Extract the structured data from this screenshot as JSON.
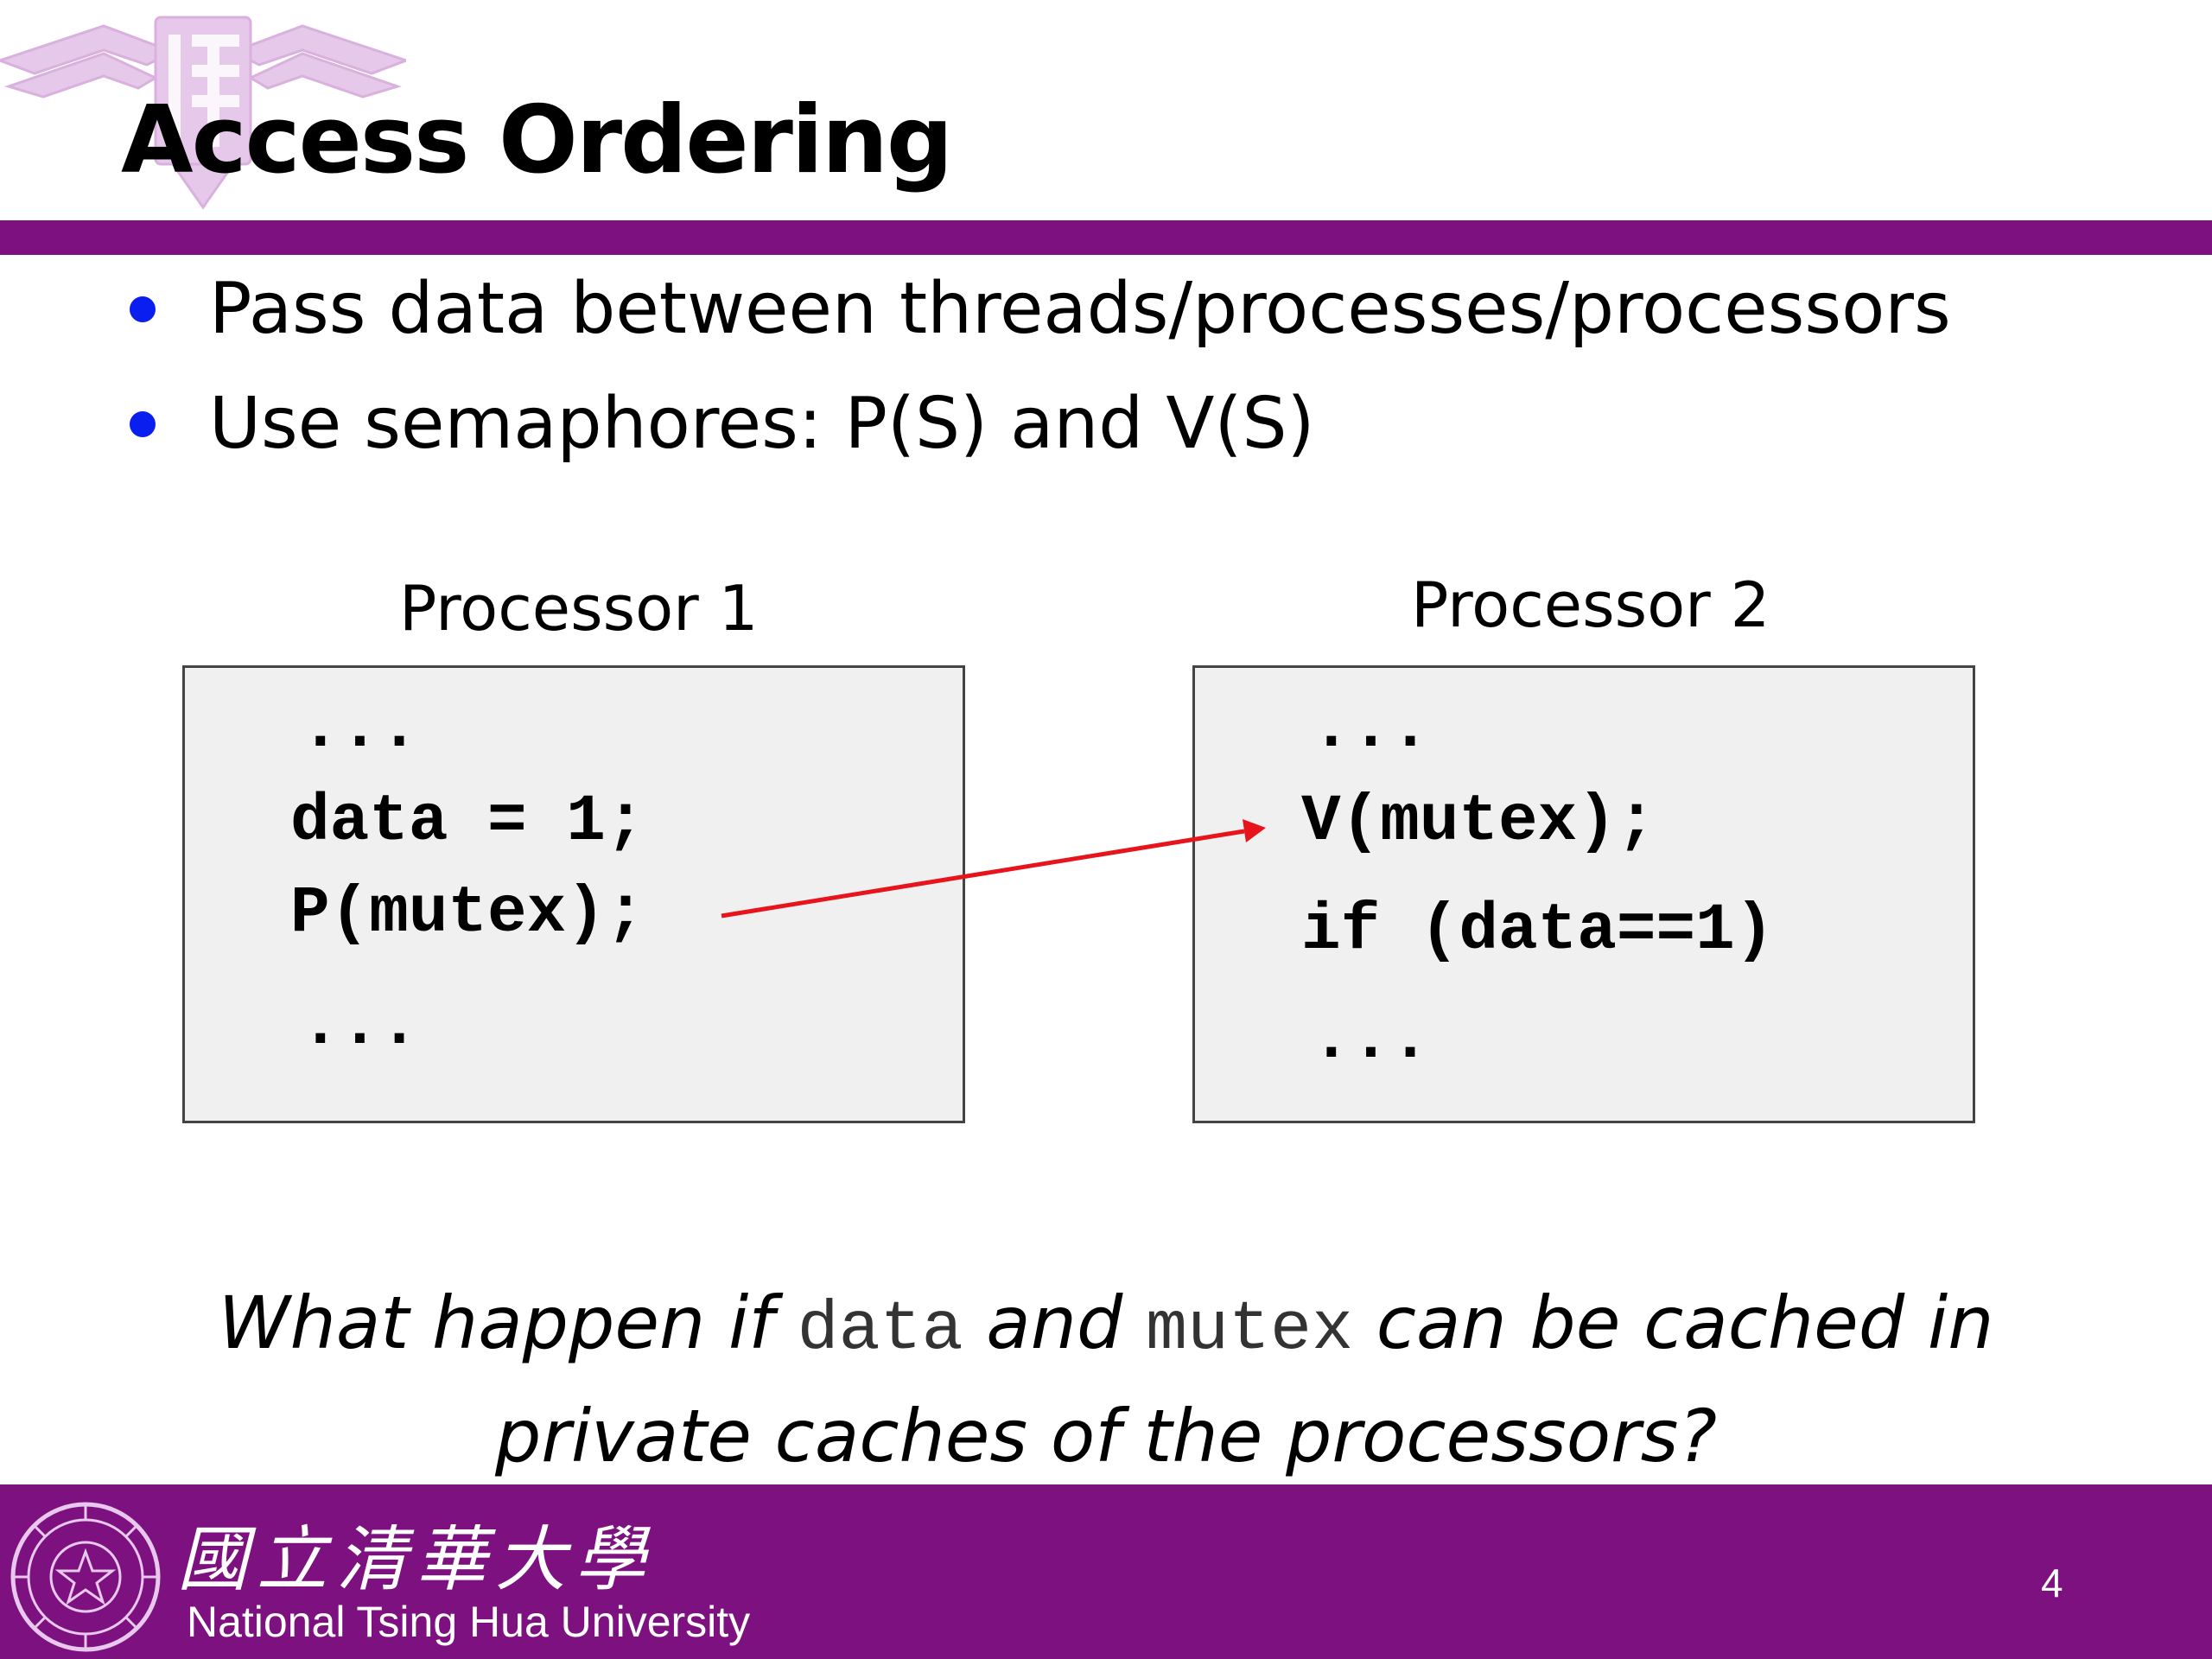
{
  "slide": {
    "title": "Access Ordering",
    "bullets": [
      "Pass data between threads/processes/processors",
      "Use semaphores: P(S) and V(S)"
    ],
    "accent_color": "#7d1180",
    "bullet_color": "#0a1ef0"
  },
  "processors": [
    {
      "label": "Processor 1",
      "code": [
        "...",
        "data = 1;",
        "P(mutex);",
        "..."
      ]
    },
    {
      "label": "Processor 2",
      "code": [
        "...",
        "V(mutex);",
        "if (data==1)",
        "..."
      ]
    }
  ],
  "question": {
    "part1": "What happen if ",
    "code1": "data",
    "part2": " and ",
    "code2": "mutex",
    "part3": " can be cached in",
    "line2": "private caches of the processors?"
  },
  "footer": {
    "university_zh": "國立清華大學",
    "university_en": "National Tsing Hua University",
    "page_number": "4"
  },
  "arrow_color": "#e8141c"
}
